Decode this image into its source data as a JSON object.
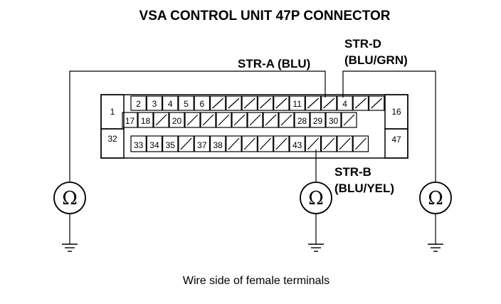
{
  "title": "VSA CONTROL UNIT 47P CONNECTOR",
  "caption": "Wire side of female terminals",
  "labels": {
    "str_a": "STR-A (BLU)",
    "str_d_line1": "STR-D",
    "str_d_line2": "(BLU/GRN)",
    "str_b_line1": "STR-B",
    "str_b_line2": "(BLU/YEL)"
  },
  "meter_symbol": "Ω",
  "connector": {
    "left_tall_pins": [
      "1",
      "32"
    ],
    "right_tall_pins": [
      "16",
      "47"
    ],
    "row1": [
      "2",
      "3",
      "4",
      "5",
      "6",
      "",
      "",
      "",
      "",
      "",
      "11",
      "",
      "",
      "4",
      "",
      ""
    ],
    "row2": [
      "17",
      "18",
      "",
      "20",
      "",
      "",
      "",
      "",
      "",
      "",
      "",
      "28",
      "29",
      "30",
      ""
    ],
    "row3": [
      "33",
      "34",
      "35",
      "",
      "37",
      "38",
      "",
      "",
      "",
      "",
      "43",
      "",
      "",
      "",
      ""
    ]
  }
}
